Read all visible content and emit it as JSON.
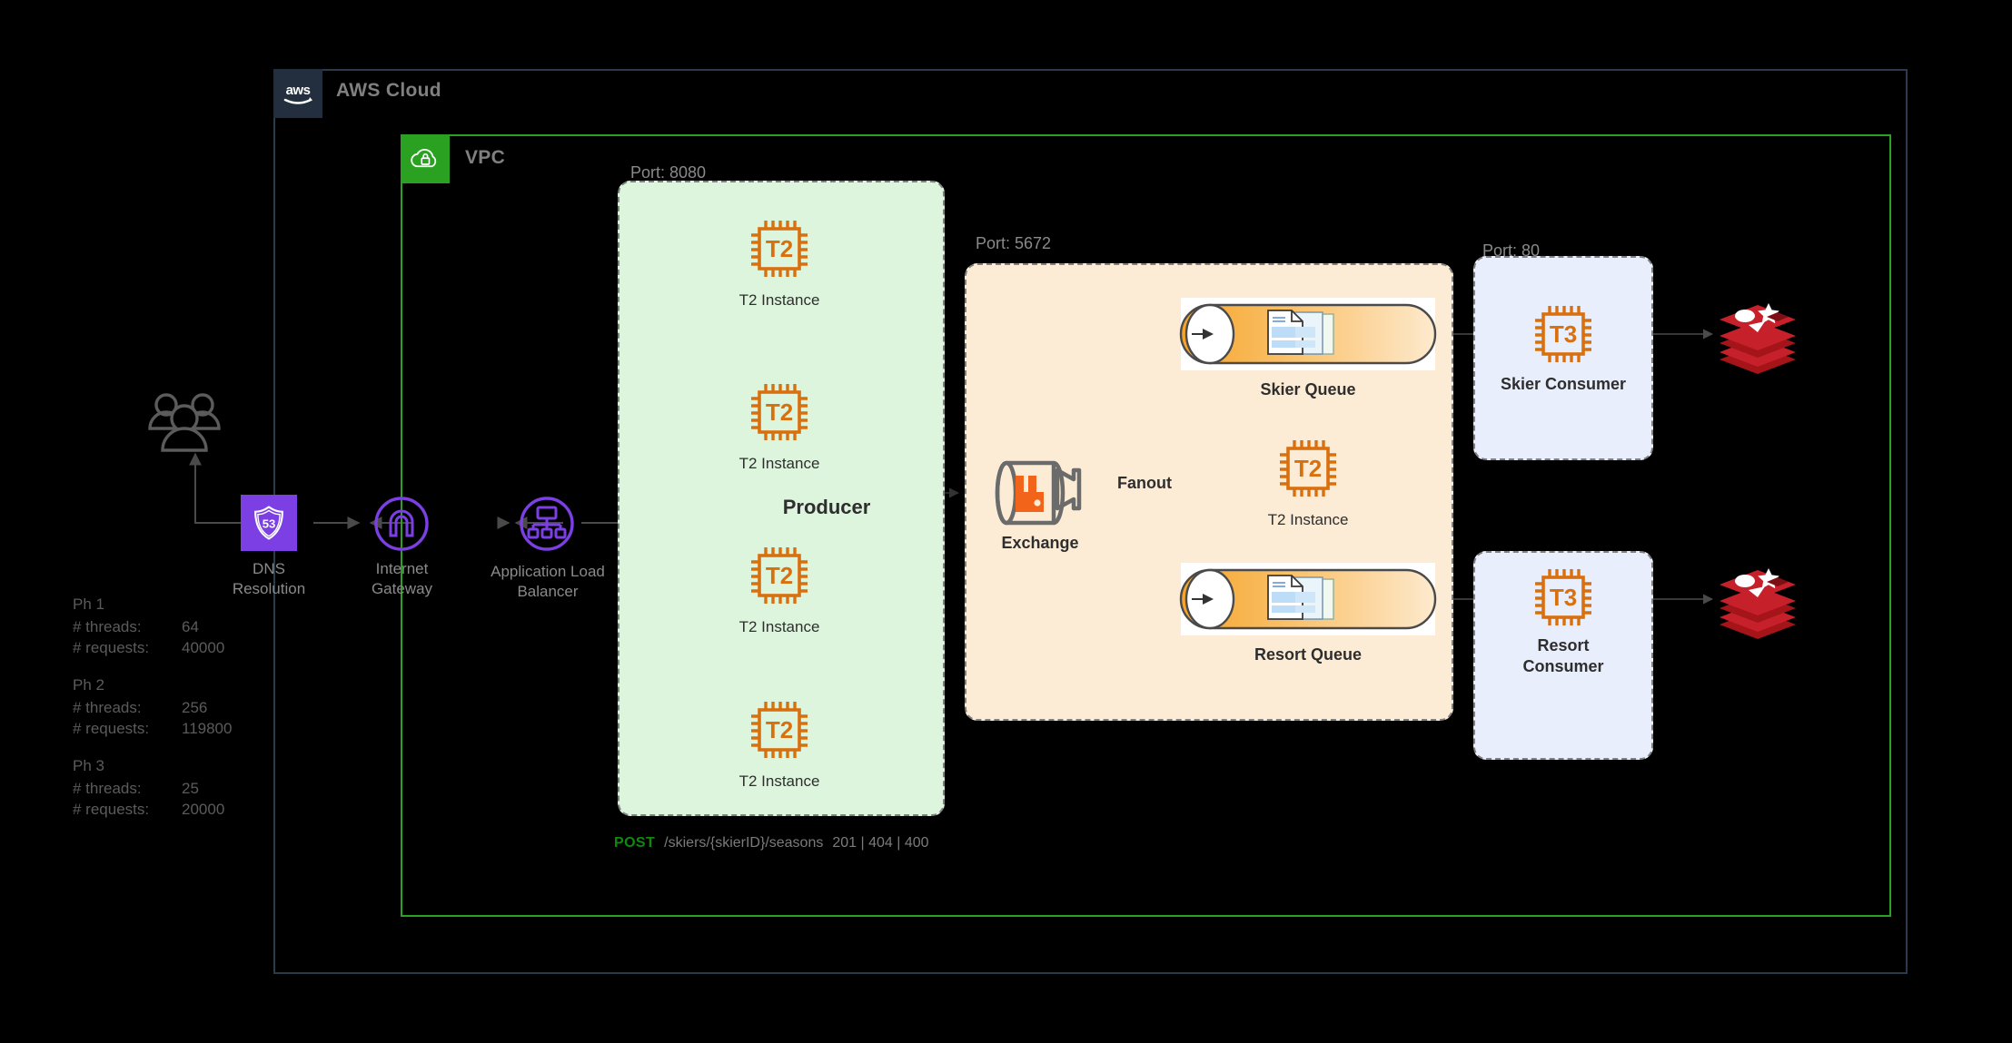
{
  "diagram": {
    "cloud": {
      "label": "AWS Cloud",
      "icon": "aws-logo-icon",
      "border_color": "#2a3b4d"
    },
    "vpc": {
      "label": "VPC",
      "icon": "vpc-cloud-lock-icon",
      "border_color": "#2aa121"
    }
  },
  "client": {
    "users_label": "",
    "dns": {
      "label": "DNS\nResolution",
      "line1": "DNS",
      "line2": "Resolution",
      "icon": "route53-shield-icon",
      "badge_text": "53",
      "color": "#7b3fe4"
    },
    "internet_gateway": {
      "line1": "Internet",
      "line2": "Gateway",
      "icon": "internet-gateway-icon",
      "color": "#7b3fe4"
    },
    "load_balancer": {
      "line1": "Application Load",
      "line2": "Balancer",
      "icon": "application-load-balancer-icon",
      "color": "#7b3fe4"
    }
  },
  "producer": {
    "port_label": "Port: 8080",
    "title": "Producer",
    "fill": "#ddf5dd",
    "instances": [
      {
        "chip": "T2",
        "label": "T2 Instance"
      },
      {
        "chip": "T2",
        "label": "T2 Instance"
      },
      {
        "chip": "T2",
        "label": "T2 Instance"
      },
      {
        "chip": "T2",
        "label": "T2 Instance"
      }
    ],
    "endpoint": {
      "method": "POST",
      "path": "/skiers/{skierID}/seasons",
      "status_codes": "201 | 404 | 400",
      "method_color": "#0d8b0d"
    }
  },
  "broker": {
    "port_label": "Port: 5672",
    "fill": "#fcecd5",
    "exchange": {
      "label": "Exchange",
      "icon": "rabbitmq-exchange-icon"
    },
    "routing_label": "Fanout",
    "queues": [
      {
        "label": "Skier Queue",
        "icon": "queue-cylinder-icon"
      },
      {
        "label": "Resort Queue",
        "icon": "queue-cylinder-icon"
      }
    ],
    "instance": {
      "chip": "T2",
      "label": "T2 Instance"
    }
  },
  "consumers": {
    "port_label": "Port: 80",
    "fill": "#e9eefc",
    "items": [
      {
        "chip": "T3",
        "line1": "Skier Consumer",
        "line2": "",
        "label": "Skier Consumer"
      },
      {
        "chip": "T3",
        "line1": "Resort",
        "line2": "Consumer",
        "label": "Resort Consumer"
      }
    ]
  },
  "datastores": [
    {
      "name": "redis",
      "icon": "redis-stack-icon",
      "color": "#c6202a"
    },
    {
      "name": "redis",
      "icon": "redis-stack-icon",
      "color": "#c6202a"
    }
  ],
  "metrics": {
    "phases": [
      {
        "title": "Ph 1",
        "threads_key": "# threads:",
        "threads_value": "64",
        "requests_key": "# requests:",
        "requests_value": "40000"
      },
      {
        "title": "Ph 2",
        "threads_key": "# threads:",
        "threads_value": "256",
        "requests_key": "# requests:",
        "requests_value": "119800"
      },
      {
        "title": "Ph 3",
        "threads_key": "# threads:",
        "threads_value": "25",
        "requests_key": "# requests:",
        "requests_value": "20000"
      }
    ]
  }
}
